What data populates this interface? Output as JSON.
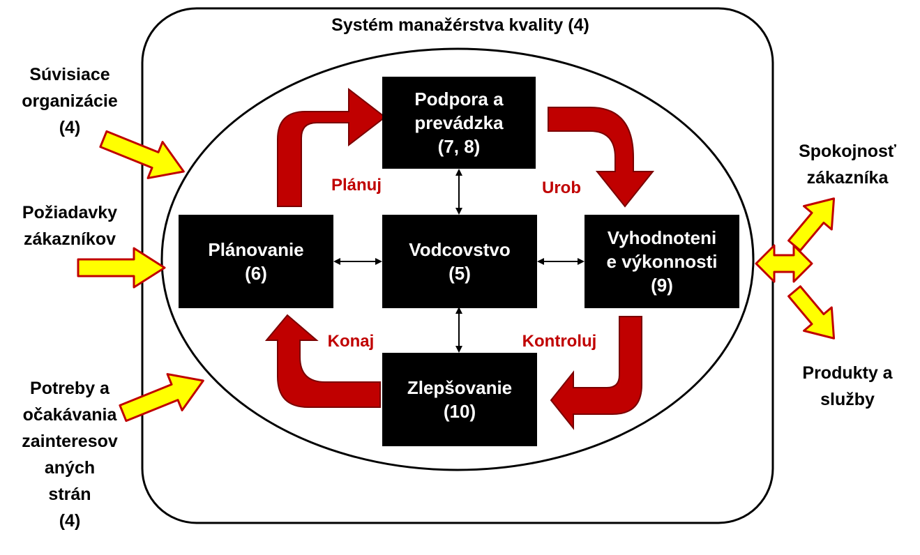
{
  "title": "Systém manažérstva kvality (4)",
  "inputs": {
    "related_orgs": "Súvisiace\norganizácie\n(4)",
    "customer_requirements": "Požiadavky\nzákazníkov",
    "stakeholder_needs": "Potreby a\nočakávania\nzainteresov\naných\nstrán\n(4)"
  },
  "outputs": {
    "customer_satisfaction": "Spokojnosť\nzákazníka",
    "products_services": "Produkty a\nslužby"
  },
  "boxes": {
    "support": "Podpora a\nprevádzka\n(7, 8)",
    "planning": "Plánovanie\n(6)",
    "leadership": "Vodcovstvo\n(5)",
    "evaluation": "Vyhodnoteni\ne výkonnosti\n(9)",
    "improvement": "Zlepšovanie\n(10)"
  },
  "pdca": {
    "plan": "Plánuj",
    "do": "Urob",
    "check": "Kontroluj",
    "act": "Konaj"
  },
  "colors": {
    "box_fill": "#000000",
    "cycle_arrow": "#c00000",
    "io_arrow_fill": "#ffff00",
    "io_arrow_stroke": "#c00000",
    "pdca_text": "#c00000"
  }
}
